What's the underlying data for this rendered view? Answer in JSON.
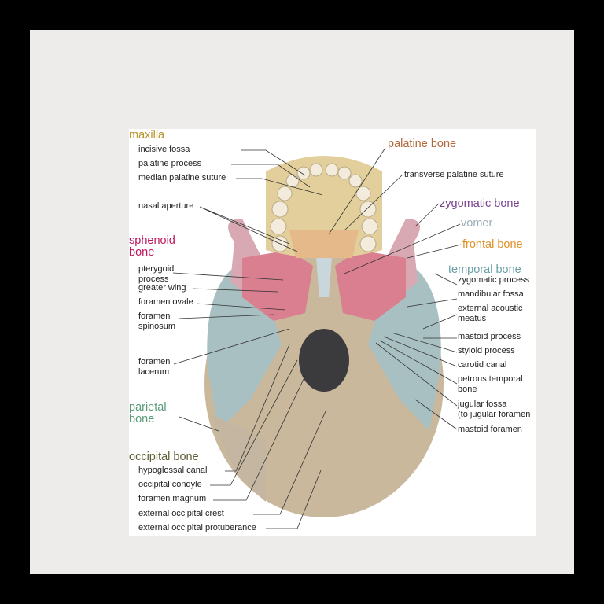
{
  "headings": {
    "maxilla": "maxilla",
    "palatine": "palatine bone",
    "zygomatic": "zygomatic bone",
    "vomer": "vomer",
    "frontal": "frontal bone",
    "sphenoid": "sphenoid\nbone",
    "temporal": "temporal bone",
    "parietal": "parietal\nbone",
    "occipital": "occipital bone"
  },
  "colors": {
    "maxilla": "#b8952f",
    "palatine": "#b0693a",
    "zygomatic": "#7a3f8e",
    "vomer": "#9aabb6",
    "frontal": "#e0922a",
    "sphenoid": "#c0185e",
    "temporal": "#6a9ea6",
    "parietal": "#5a9a7a",
    "occipital": "#5f5f35"
  },
  "left_labels": [
    "incisive fossa",
    "palatine process",
    "median palatine suture",
    "nasal aperture",
    "pterygoid\nprocess",
    "greater wing",
    "foramen ovale",
    "foramen\nspinosum",
    "foramen\nlacerum",
    "hypoglossal canal",
    "occipital condyle",
    "foramen magnum",
    "external occipital crest",
    "external occipital protuberance"
  ],
  "right_labels": [
    "transverse palatine suture",
    "zygomatic process",
    "mandibular fossa",
    "external acoustic\nmeatus",
    "mastoid process",
    "styloid process",
    "carotid canal",
    "petrous temporal\nbone",
    "jugular fossa\n(to jugular foramen",
    "mastoid foramen"
  ]
}
